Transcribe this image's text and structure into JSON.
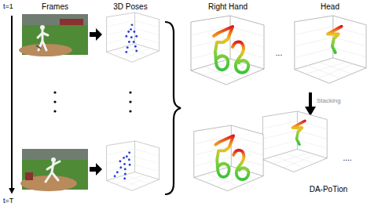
{
  "diagram": {
    "labels": [
      "Frames",
      "3D Poses",
      "t=1",
      "t=T",
      "Right Hand",
      "Head",
      "...",
      "Stacking",
      "DA-PoTion",
      "...."
    ]
  }
}
